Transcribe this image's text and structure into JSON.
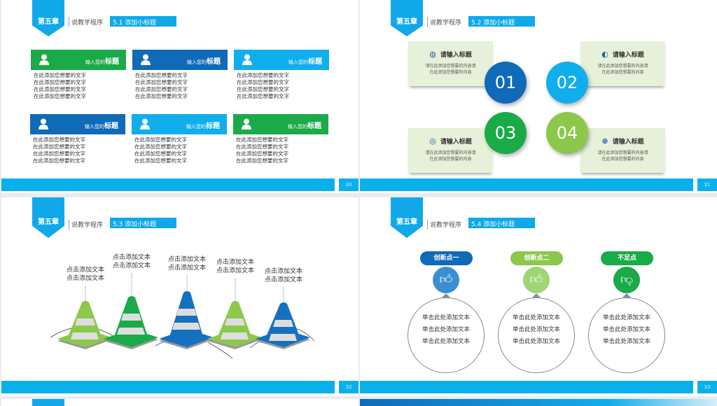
{
  "chapter": "第五章",
  "subtitle": "说教学程序",
  "slides": [
    {
      "section": "5.1  添加小标题",
      "page": "30",
      "cards": [
        {
          "pre": "输入您的",
          "title": "标题",
          "color": "#1aaa48",
          "lines": [
            "在此添加您想要的文字",
            "在此添加您想要的文字",
            "在此添加您想要的文字",
            "在此添加您想要的文字"
          ]
        },
        {
          "pre": "输入您的",
          "title": "标题",
          "color": "#0f6ab8",
          "lines": [
            "在此添加您想要的文字",
            "在此添加您想要的文字",
            "在此添加您想要的文字",
            "在此添加您想要的文字"
          ]
        },
        {
          "pre": "输入您的",
          "title": "标题",
          "color": "#10aeec",
          "lines": [
            "在此添加您想要的文字",
            "在此添加您想要的文字",
            "在此添加您想要的文字",
            "在此添加您想要的文字"
          ]
        },
        {
          "pre": "输入您的",
          "title": "标题",
          "color": "#0f6ab8",
          "lines": [
            "在此添加您想要的文字",
            "在此添加您想要的文字",
            "在此添加您想要的文字",
            "在此添加您想要的文字"
          ]
        },
        {
          "pre": "输入您的",
          "title": "标题",
          "color": "#10aeec",
          "lines": [
            "在此添加您想要的文字",
            "在此添加您想要的文字",
            "在此添加您想要的文字",
            "在此添加您想要的文字"
          ]
        },
        {
          "pre": "输入您的",
          "title": "标题",
          "color": "#1aaa48",
          "lines": [
            "在此添加您想要的文字",
            "在此添加您想要的文字",
            "在此添加您想要的文字",
            "在此添加您想要的文字"
          ]
        }
      ]
    },
    {
      "section": "5.2  添加小标题",
      "page": "31",
      "items": [
        {
          "num": "01",
          "title": "请输入标题",
          "d1": "请在此添加您想要的内容请",
          "d2": "在此添加您想要的内容",
          "color": "#0f6ab8",
          "icon": "globe-icon"
        },
        {
          "num": "02",
          "title": "请输入标题",
          "d1": "请在此添加您想要的内容请",
          "d2": "在此添加您想要的内容",
          "color": "#10aeec",
          "icon": "earth-icon"
        },
        {
          "num": "03",
          "title": "请输入标题",
          "d1": "请在此添加您想要的内容请",
          "d2": "在此添加您想要的内容",
          "color": "#1aaa48",
          "icon": "target-icon"
        },
        {
          "num": "04",
          "title": "请输入标题",
          "d1": "请在此添加您想要的内容请",
          "d2": "在此添加您想要的内容",
          "color": "#8cc84b",
          "icon": "monitor-icon"
        }
      ]
    },
    {
      "section": "5.3  添加小标题",
      "page": "32",
      "cones": [
        {
          "l1": "点击添加文本",
          "l2": "点击添加文本",
          "color": "#8cc84b"
        },
        {
          "l1": "点击添加文本",
          "l2": "点击添加文本",
          "color": "#1aaa48"
        },
        {
          "l1": "点击添加文本",
          "l2": "点击添加文本",
          "color": "#1670c0"
        },
        {
          "l1": "点击添加文本",
          "l2": "点击添加文本",
          "color": "#8cc84b"
        },
        {
          "l1": "点击添加文本",
          "l2": "点击添加文本",
          "color": "#1670c0"
        }
      ]
    },
    {
      "section": "5.4  添加小标题",
      "page": "33",
      "points": [
        {
          "label": "创新点一",
          "color": "#0f6ab8",
          "iconColor": "#3b8fd0",
          "icon": "thumbs-up-icon",
          "lines": [
            "单击此处添加文本",
            "单击此处添加文本",
            "单击此处添加文本"
          ]
        },
        {
          "label": "创新点二",
          "color": "#8cc84b",
          "iconColor": "#9fd572",
          "icon": "thumbs-up-icon",
          "lines": [
            "单击此处添加文本",
            "单击此处添加文本",
            "单击此处添加文本"
          ]
        },
        {
          "label": "不足点",
          "color": "#1aaa48",
          "iconColor": "#1aaa48",
          "icon": "thumbs-down-icon",
          "lines": [
            "单击此处添加文本",
            "单击此处添加文本",
            "单击此处添加文本"
          ]
        }
      ]
    }
  ]
}
